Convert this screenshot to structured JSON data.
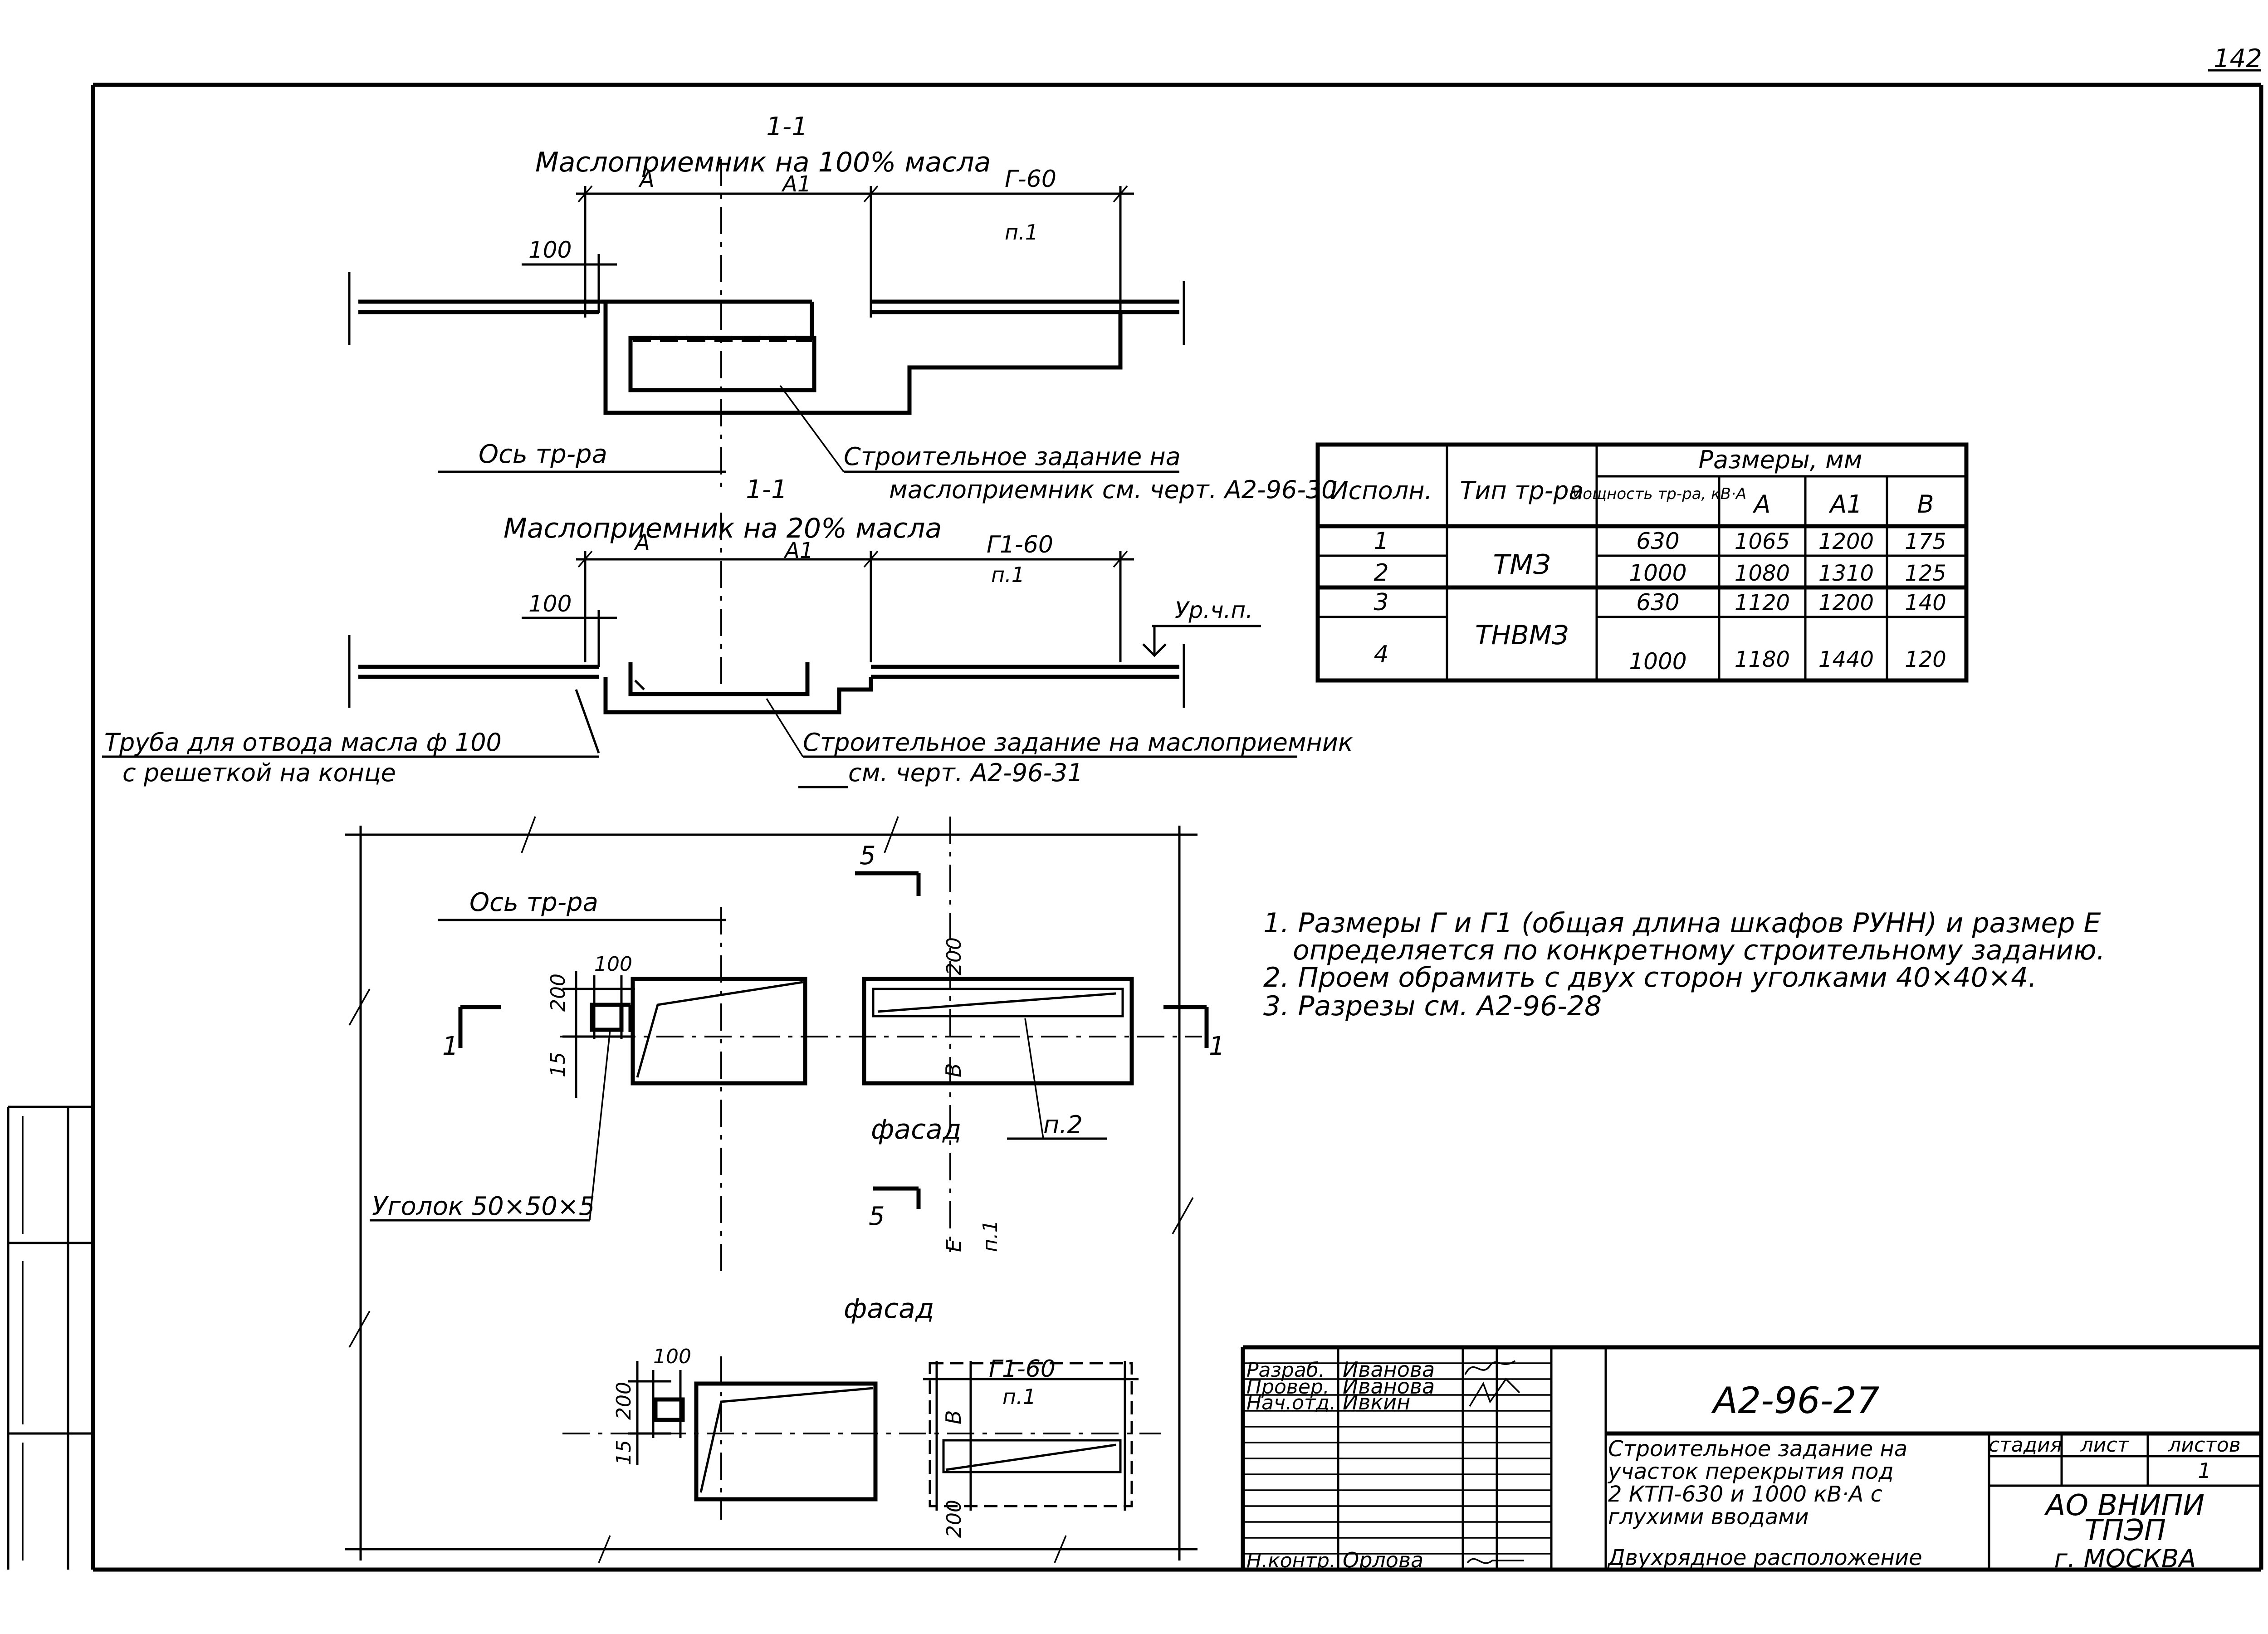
{
  "sheet_number": "142",
  "section_top": {
    "mark": "1-1",
    "title": "Маслоприемник на 100% масла",
    "dim_a": "А",
    "dim_a1": "А1",
    "dim_g": "Г-60",
    "note_g": "п.1",
    "dim_100": "100",
    "axis": "Ось тр-ра",
    "callout_line1": "Строительное задание на",
    "callout_line2": "маслоприемник см. черт. А2-96-30"
  },
  "section_mid": {
    "mark": "1-1",
    "title": "Маслоприемник на 20% масла",
    "dim_a": "А",
    "dim_a1": "А1",
    "dim_g": "Г1-60",
    "note_g": "п.1",
    "dim_100": "100",
    "level": "Ур.ч.п.",
    "callout_line1": "Строительное задание на маслоприемник",
    "callout_line2": "см. черт. А2-96-31",
    "pipe_line1": "Труба для отвода масла ф 100",
    "pipe_line2": "с решеткой на конце"
  },
  "table": {
    "headers": {
      "ispoln": "Исполн.",
      "tip": "Тип тр-ра",
      "moshch": "Мощность тр-ра, кВ·А",
      "razmery": "Размеры, мм",
      "a": "А",
      "a1": "А1",
      "b": "В"
    },
    "rows": [
      {
        "ispoln": "1",
        "tip": "ТМЗ",
        "moshch": "630",
        "a": "1065",
        "a1": "1200",
        "b": "175"
      },
      {
        "ispoln": "2",
        "tip": "",
        "moshch": "1000",
        "a": "1080",
        "a1": "1310",
        "b": "125"
      },
      {
        "ispoln": "3",
        "tip": "ТНВМЗ",
        "moshch": "630",
        "a": "1120",
        "a1": "1200",
        "b": "140"
      },
      {
        "ispoln": "4",
        "tip": "",
        "moshch": "1000",
        "a": "1180",
        "a1": "1440",
        "b": "120"
      }
    ]
  },
  "notes": [
    "1. Размеры Г и Г1 (общая длина шкафов РУНН) и размер Е",
    "определяется по конкретному строительному заданию.",
    "2. Проем обрамить с двух сторон уголками 40×40×4.",
    "3. Разрезы см. А2-96-28"
  ],
  "plan": {
    "axis": "Ось тр-ра",
    "mark5": "5",
    "mark1": "1",
    "dim_200": "200",
    "dim_100": "100",
    "dim_15": "15",
    "dim_b": "В",
    "dim_e": "Е",
    "note_e": "п.1",
    "note_p2": "п.2",
    "facade": "фасад",
    "angle": "Уголок 50×50×5"
  },
  "plan_lower": {
    "facade": "фасад",
    "dim_100": "100",
    "dim_200a": "200",
    "dim_15": "15",
    "dim_g1": "Г1-60",
    "note_g1": "п.1",
    "dim_b": "В",
    "dim_200b": "200"
  },
  "title_block": {
    "roles": [
      {
        "role": "Разраб.",
        "name": "Иванова"
      },
      {
        "role": "Провер.",
        "name": "Иванова"
      },
      {
        "role": "Нач.отд.",
        "name": "Ивкин"
      },
      {
        "role": "Н.контр.",
        "name": "Орлова"
      }
    ],
    "code": "А2-96-27",
    "description": [
      "Строительное задание на",
      "участок перекрытия под",
      "2 КТП-630 и 1000 кВ·А с",
      "глухими вводами",
      "Двухрядное расположение"
    ],
    "stage_label": "стадия",
    "sheet_label": "лист",
    "sheets_label": "листов",
    "sheets_value": "1",
    "org_line1": "АО ВНИПИ",
    "org_line2": "ТПЭП",
    "org_line3": "г. МОСКВА"
  }
}
